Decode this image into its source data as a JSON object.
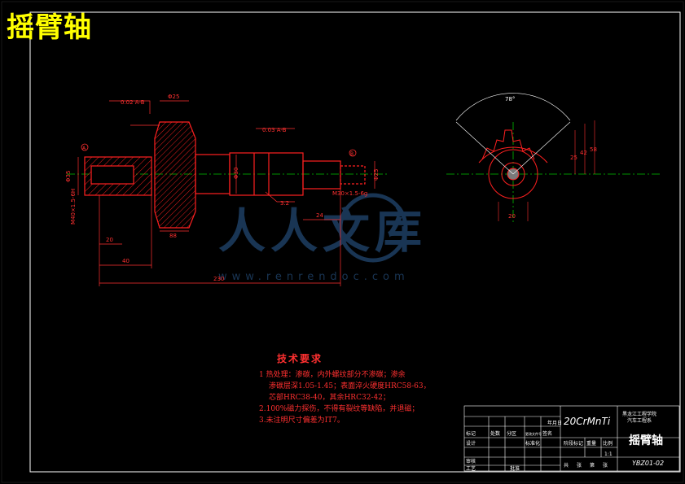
{
  "drawing": {
    "title": "摇臂轴",
    "material": "20CrMnTi",
    "school": "黑龙江工程学院",
    "department": "汽车工程系",
    "part_name": "摇臂轴",
    "drawing_number": "YBZ01-02",
    "scale": "1:1"
  },
  "tech_requirements": {
    "heading": "技术要求",
    "items": [
      "1  热处理：渗碳，内外螺纹部分不渗碳；渗余",
      "渗碳层深1.05-1.45；表面淬火硬度HRC58-63，",
      "芯部HRC38-40，其余HRC32-42；",
      "2.100%磁力探伤，不得有裂纹等缺陷，并退磁；",
      "3.未注明尺寸偏差为IT7。"
    ]
  },
  "title_block": {
    "row1": [
      "标记",
      "处数",
      "分区",
      "更改文件号",
      "签名",
      "年月日"
    ],
    "row2": [
      "设计",
      "",
      "标准化",
      "",
      ""
    ],
    "row3": [
      "审核",
      ""
    ],
    "row4": [
      "工艺",
      "",
      "批准"
    ],
    "stage_labels": [
      "阶段标记",
      "重量",
      "比例"
    ],
    "sheet_labels": [
      "共",
      "张",
      "第",
      "张"
    ]
  },
  "dimensions": {
    "d_splines": "Φ25",
    "d_right": "Φ25",
    "d_mid": "Φ30",
    "d_left": "Φ35",
    "len_total": "230",
    "len_a": "40",
    "len_b": "20",
    "len_c": "24",
    "len_d": "88",
    "gear_angle": "78°",
    "gear_h1": "58",
    "gear_h2": "42",
    "gear_h3": "25",
    "gear_h4": "20",
    "thread_left": "M40×1.5-6H",
    "thread_right": "M30×1.5-6g",
    "tol_left": "0.02 A-B",
    "tol_mid": "0.03 A-B",
    "rough": "3.2",
    "datum_a": "A",
    "datum_b": "B"
  },
  "watermark": {
    "text": "人人文库",
    "url": "www.renrendoc.com"
  },
  "colors": {
    "frame": "#ffffff",
    "part": "#ff2020",
    "dim": "#ff3030",
    "center": "#00c000",
    "title": "#ffff00",
    "watermark": "#1e3f63",
    "hatch": "#ff2020",
    "gear": "#ff2020"
  }
}
